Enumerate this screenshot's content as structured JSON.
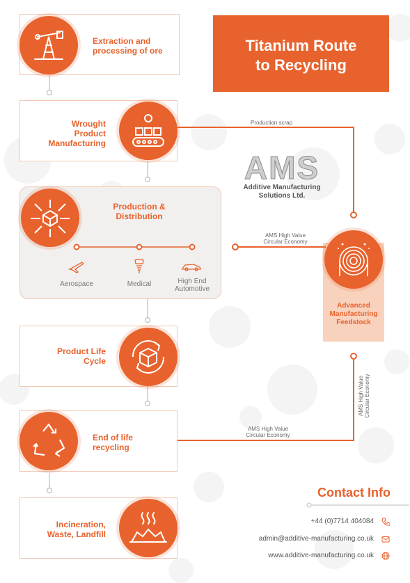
{
  "title": "Titanium Route\nto Recycling",
  "logo": {
    "mark": "AMS",
    "line1": "Additive Manufacturing",
    "line2": "Solutions Ltd."
  },
  "steps": [
    {
      "label": "Extraction and\nprocessing of ore",
      "icon": "oil-pump-icon"
    },
    {
      "label": "Wrought\nProduct\nManufacturing",
      "icon": "conveyor-icon"
    },
    {
      "label": "Production &\nDistribution",
      "icon": "cube-arrows-icon"
    },
    {
      "label": "Product Life\nCycle",
      "icon": "box-cycle-icon"
    },
    {
      "label": "End of life\nrecycling",
      "icon": "recycle-icon"
    },
    {
      "label": "Incineration,\nWaste, Landfill",
      "icon": "landfill-icon"
    }
  ],
  "sectors": [
    {
      "label": "Aerospace",
      "icon": "airplane-icon"
    },
    {
      "label": "Medical",
      "icon": "implant-icon"
    },
    {
      "label": "High End\nAutomotive",
      "icon": "car-icon"
    }
  ],
  "feedstock": {
    "label": "Advanced\nManufacturing\nFeedstock",
    "icon": "wire-spool-icon"
  },
  "connectors": {
    "production_scrap": "Production scrap",
    "high_value_1": "AMS High Value\nCircular Economy",
    "high_value_2": "AMS High Value\nCircular Economy",
    "high_value_vertical": "AMS High Value\nCircular Economy"
  },
  "contact": {
    "heading": "Contact Info",
    "phone": "+44 (0)7714 404084",
    "email": "admin@additive-manufacturing.co.uk",
    "web": "www.additive-manufacturing.co.uk"
  },
  "colors": {
    "accent": "#e8622d",
    "accent_light": "#f9d2bd",
    "panel": "#f1f0ee"
  }
}
